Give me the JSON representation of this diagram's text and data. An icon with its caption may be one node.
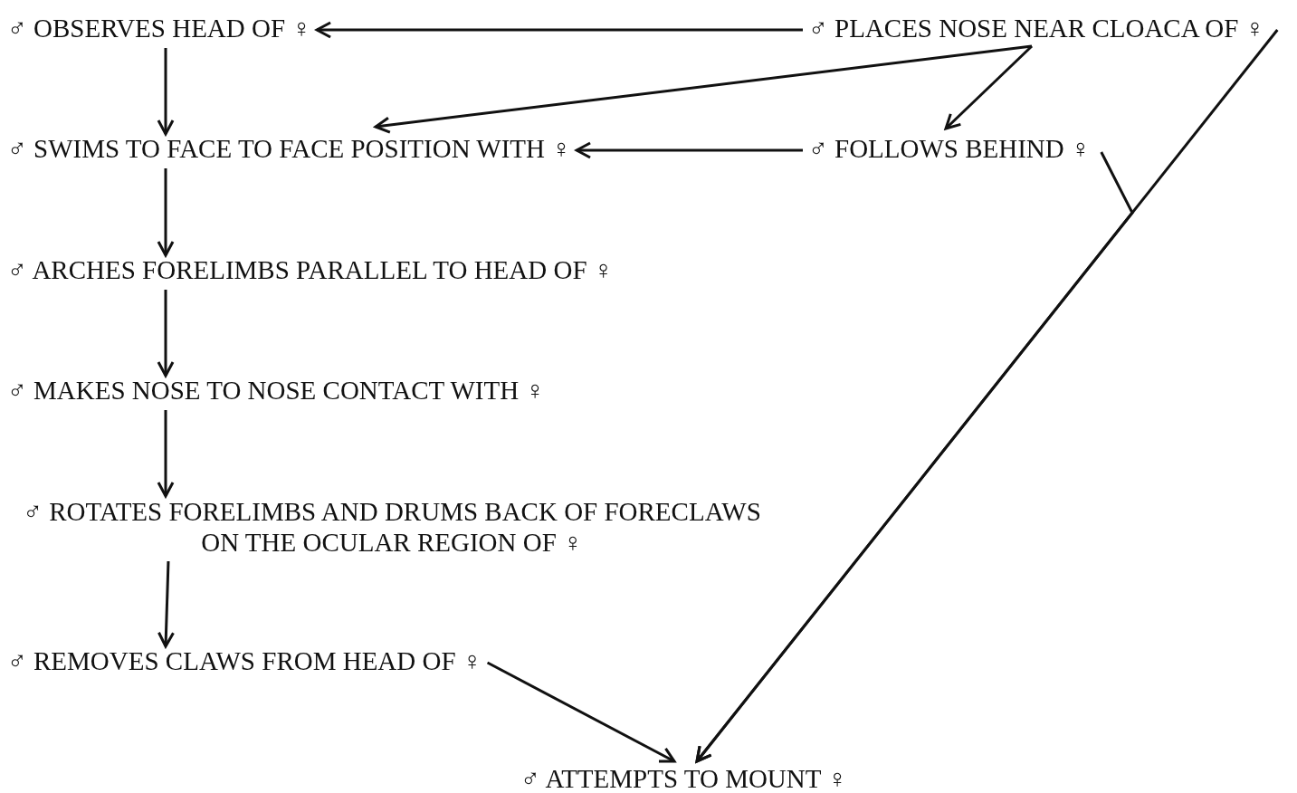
{
  "diagram": {
    "nodes": [
      {
        "text": [
          "♂ OBSERVES HEAD OF ♀"
        ]
      },
      {
        "text": [
          "♂ PLACES NOSE NEAR CLOACA OF ♀"
        ]
      },
      {
        "text": [
          "♂ SWIMS TO FACE TO FACE POSITION WITH ♀"
        ]
      },
      {
        "text": [
          "♂ FOLLOWS BEHIND ♀"
        ]
      },
      {
        "text": [
          "♂ ARCHES FORELIMBS PARALLEL TO HEAD OF ♀"
        ]
      },
      {
        "text": [
          "♂ MAKES NOSE TO NOSE CONTACT WITH ♀"
        ]
      },
      {
        "text": [
          "♂ ROTATES FORELIMBS AND DRUMS BACK OF FORECLAWS ON THE OCULAR REGION OF ♀"
        ]
      },
      {
        "text": [
          "♂ REMOVES CLAWS FROM HEAD OF ♀"
        ]
      },
      {
        "text": [
          "♂ ATTEMPTS TO MOUNT ♀"
        ]
      }
    ],
    "edges": [
      {
        "from": 1,
        "to": 0,
        "arrow": "to"
      },
      {
        "from": 1,
        "to": 2,
        "arrow": "to"
      },
      {
        "from": 1,
        "to": 3,
        "arrow": "to"
      },
      {
        "from": 3,
        "to": 2,
        "arrow": "to"
      },
      {
        "from": 0,
        "to": 2,
        "arrow": "to"
      },
      {
        "from": 2,
        "to": 4,
        "arrow": "to"
      },
      {
        "from": 4,
        "to": 5,
        "arrow": "to"
      },
      {
        "from": 5,
        "to": 6,
        "arrow": "to"
      },
      {
        "from": 6,
        "to": 7,
        "arrow": "to"
      },
      {
        "from": 7,
        "to": 8,
        "arrow": "to"
      },
      {
        "from": 1,
        "to": 8,
        "arrow": "to"
      },
      {
        "from": 3,
        "to": 8,
        "arrow": "to"
      }
    ]
  }
}
